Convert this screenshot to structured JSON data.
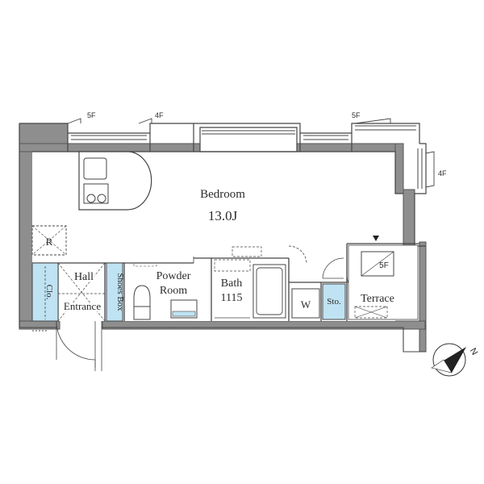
{
  "floorplan": {
    "rooms": {
      "bedroom": {
        "name": "Bedroom",
        "area": "13.0J"
      },
      "hall": "Hall",
      "entrance": "Entrance",
      "closet": "Clo.",
      "shoes_box": "Shoes Box",
      "powder_room": {
        "line1": "Powder",
        "line2": "Room"
      },
      "bath": {
        "name": "Bath",
        "size": "1115"
      },
      "washer": "W",
      "storage": "Sto.",
      "terrace": "Terrace",
      "refrigerator": "R",
      "meter_box": "5F"
    },
    "window_labels": {
      "top_left": "5F",
      "top_mid": "4F",
      "top_right": "5F",
      "right": "4F"
    },
    "compass": "N",
    "colors": {
      "wall": "#8a8a8a",
      "wall_line": "#555555",
      "storage_fill": "#bfe3f3",
      "line": "#444444"
    }
  }
}
